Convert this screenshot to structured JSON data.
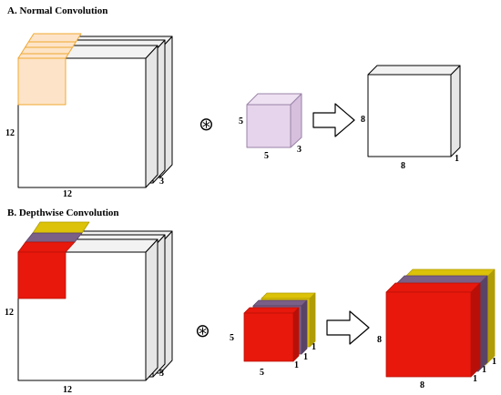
{
  "section_a": {
    "title": "A. Normal Convolution",
    "input_height": "12",
    "input_width": "12",
    "input_depth": "3",
    "kernel_height": "5",
    "kernel_width": "5",
    "kernel_depth": "3",
    "output_height": "8",
    "output_width": "8",
    "output_depth": "1"
  },
  "section_b": {
    "title": "B. Depthwise Convolution",
    "input_height": "12",
    "input_width": "12",
    "input_depth": "3",
    "kernel_height": "5",
    "kernel_width": "5",
    "kernel_depths": [
      "1",
      "1",
      "1"
    ],
    "output_height": "8",
    "output_width": "8",
    "output_depths": [
      "1",
      "1",
      "1"
    ]
  },
  "convolution_symbol": "⊛",
  "colors": {
    "edge": "#000000",
    "face": "#ffffff",
    "side": "#e6e6e6",
    "top": "#f2f2f2",
    "highlight_fill": "#fde4c8",
    "highlight_edge": "#f0a830",
    "kernel_front": "#e6d4ec",
    "kernel_top": "#eee2f2",
    "kernel_side": "#d6c0de",
    "kernel_edge": "#9a82a6",
    "red": "#e8180c",
    "red_dark": "#b81008",
    "purple": "#7a5f86",
    "purple_dark": "#5a4466",
    "yellow": "#dcc208",
    "yellow_dark": "#b09c04"
  }
}
